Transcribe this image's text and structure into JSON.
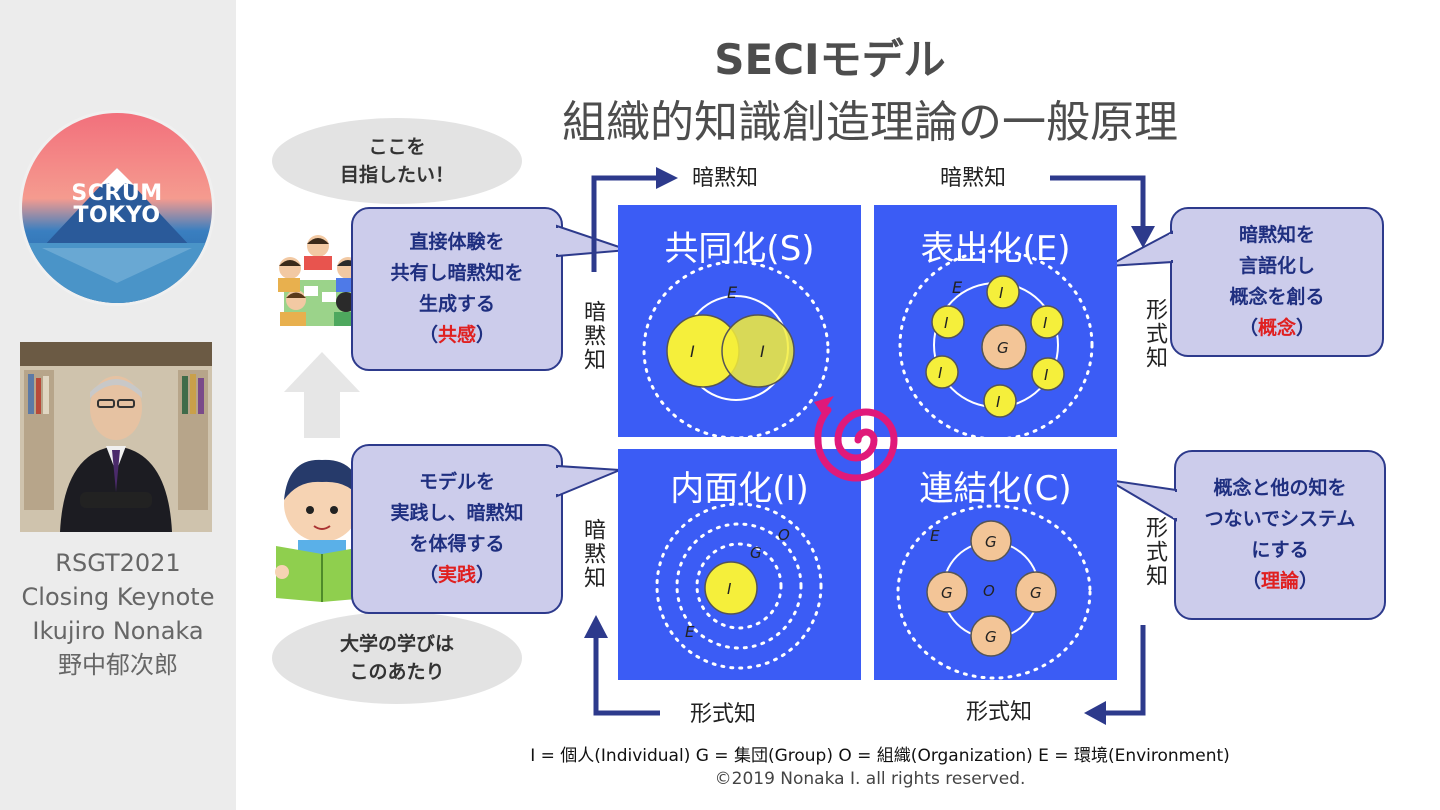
{
  "sidebar": {
    "logo_lines": [
      "SCRUM",
      "TOKYO"
    ],
    "caption": [
      "RSGT2021",
      "Closing Keynote",
      "Ikujiro Nonaka",
      "野中郁次郎"
    ]
  },
  "title": {
    "main": "SECIモデル",
    "sub": "組織的知識創造理論の一般原理"
  },
  "callouts": {
    "goal": [
      "ここを",
      "目指したい！"
    ],
    "university": [
      "大学の学びは",
      "このあたり"
    ]
  },
  "bubbles": {
    "socialization": [
      "直接体験を",
      "共有し暗黙知を",
      "生成する"
    ],
    "socialization_key": "共感",
    "externalization": [
      "暗黙知を",
      "言語化し",
      "概念を創る"
    ],
    "externalization_key": "概念",
    "internalization": [
      "モデルを",
      "実践し、暗黙知",
      "を体得する"
    ],
    "internalization_key": "実践",
    "combination": [
      "概念と他の知を",
      "つないでシステム",
      "にする"
    ],
    "combination_key": "理論",
    "key_open": "（",
    "key_close": "）"
  },
  "quadrants": {
    "s": "共同化(S)",
    "e": "表出化(E)",
    "i": "内面化(I)",
    "c": "連結化(C)"
  },
  "axes": {
    "top_left": "暗黙知",
    "top_right": "暗黙知",
    "bottom_left": "形式知",
    "bottom_right": "形式知",
    "left_top": "暗黙知",
    "left_bottom": "暗黙知",
    "right_top": "形式知",
    "right_bottom": "形式知"
  },
  "symbols": {
    "I": "I",
    "G": "G",
    "O": "O",
    "E": "E"
  },
  "legend": "I = 個人(Individual)  G = 集団(Group)  O = 組織(Organization)  E = 環境(Environment)",
  "copyright": "©2019 Nonaka I. all rights reserved.",
  "colors": {
    "quadrant": "#3b5cf5",
    "arrow": "#2d3a8c",
    "spiral": "#e0197a",
    "individual": "#f5ef3b",
    "group": "#f3c597",
    "bubble_bg": "#cccceb",
    "accent_red": "#e02020"
  }
}
